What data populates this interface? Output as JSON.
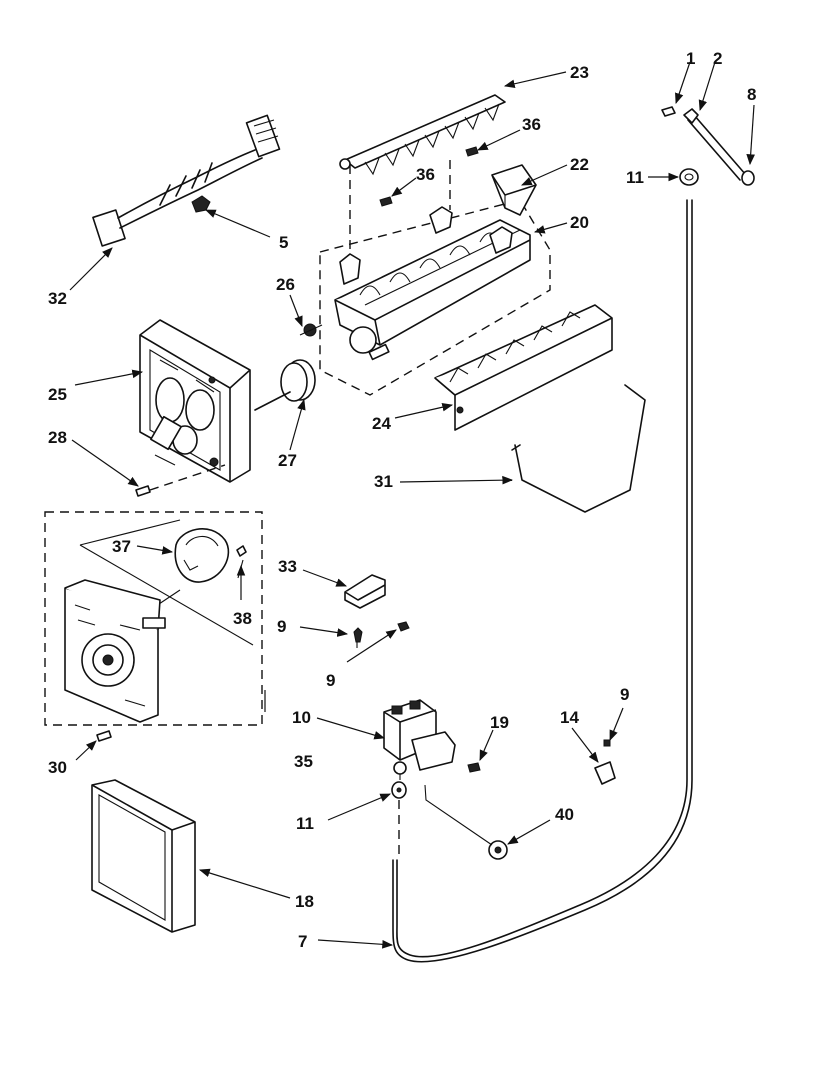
{
  "callouts": {
    "c1": "1",
    "c2": "2",
    "c5": "5",
    "c7": "7",
    "c8": "8",
    "c9a": "9",
    "c9b": "9",
    "c9c": "9",
    "c10": "10",
    "c11a": "11",
    "c11b": "11",
    "c14": "14",
    "c18": "18",
    "c19": "19",
    "c20": "20",
    "c22": "22",
    "c23": "23",
    "c24": "24",
    "c25": "25",
    "c26": "26",
    "c27": "27",
    "c28": "28",
    "c30": "30",
    "c31": "31",
    "c32": "32",
    "c33": "33",
    "c35": "35",
    "c36a": "36",
    "c36b": "36",
    "c37": "37",
    "c38": "38",
    "c40": "40"
  }
}
